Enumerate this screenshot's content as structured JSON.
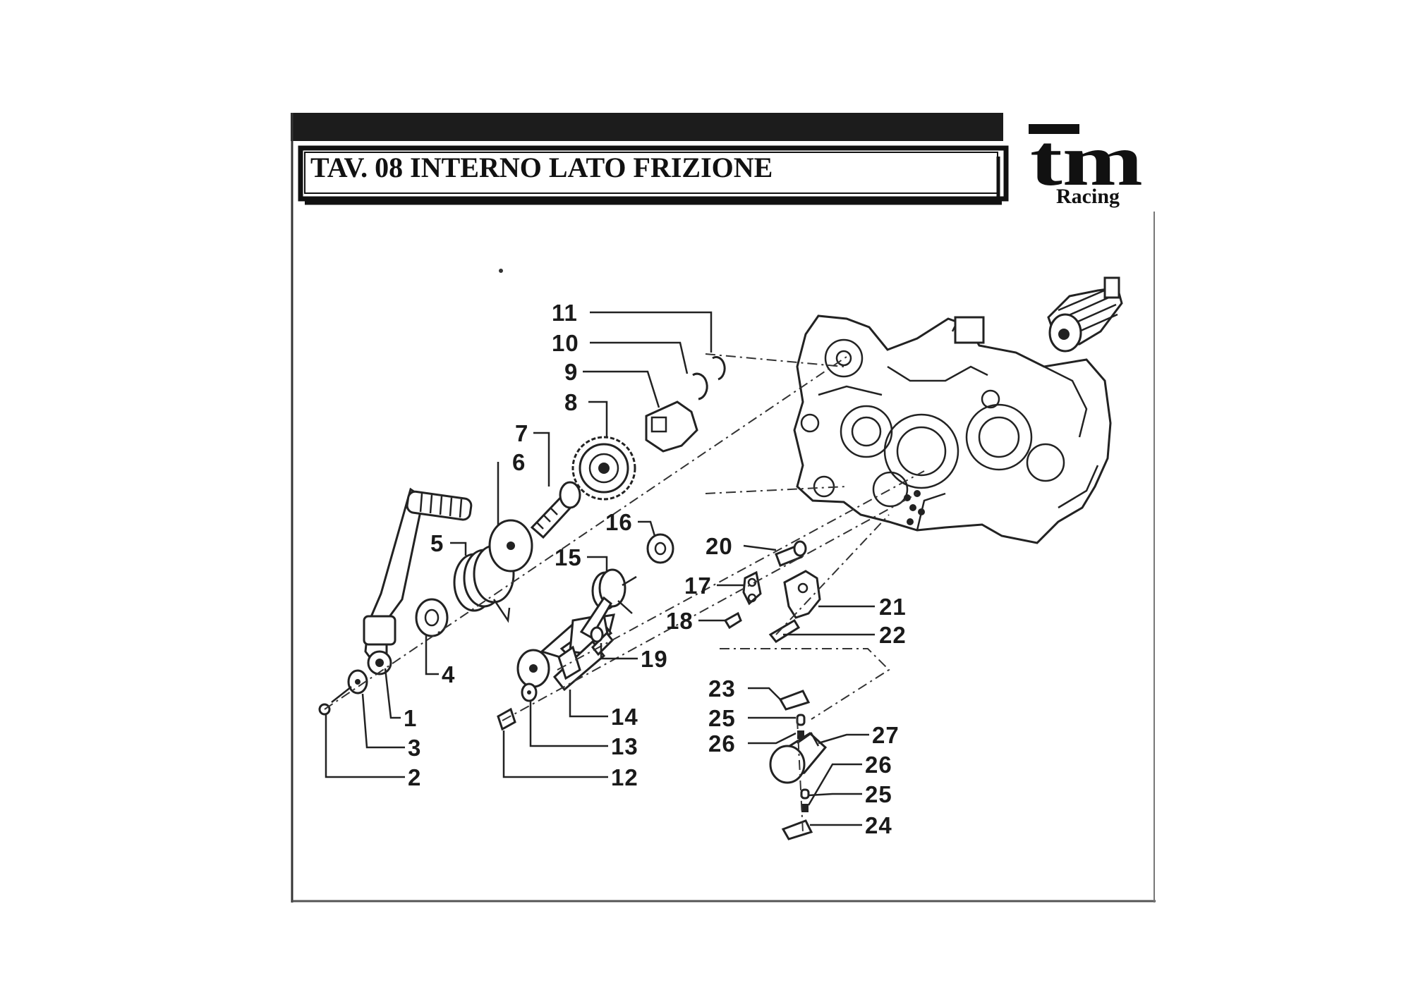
{
  "title": "TAV. 08 INTERNO LATO FRIZIONE",
  "logo": {
    "mark": "tm",
    "sub": "Racing"
  },
  "callouts": [
    {
      "id": "11",
      "label": "11"
    },
    {
      "id": "10",
      "label": "10"
    },
    {
      "id": "9",
      "label": "9"
    },
    {
      "id": "8",
      "label": "8"
    },
    {
      "id": "7",
      "label": "7"
    },
    {
      "id": "6",
      "label": "6"
    },
    {
      "id": "5",
      "label": "5"
    },
    {
      "id": "16",
      "label": "16"
    },
    {
      "id": "15",
      "label": "15"
    },
    {
      "id": "20",
      "label": "20"
    },
    {
      "id": "17",
      "label": "17"
    },
    {
      "id": "18",
      "label": "18"
    },
    {
      "id": "21",
      "label": "21"
    },
    {
      "id": "22",
      "label": "22"
    },
    {
      "id": "19",
      "label": "19"
    },
    {
      "id": "4",
      "label": "4"
    },
    {
      "id": "1",
      "label": "1"
    },
    {
      "id": "3",
      "label": "3"
    },
    {
      "id": "2",
      "label": "2"
    },
    {
      "id": "14",
      "label": "14"
    },
    {
      "id": "13",
      "label": "13"
    },
    {
      "id": "12",
      "label": "12"
    },
    {
      "id": "23",
      "label": "23"
    },
    {
      "id": "25a",
      "label": "25"
    },
    {
      "id": "26a",
      "label": "26"
    },
    {
      "id": "27",
      "label": "27"
    },
    {
      "id": "26b",
      "label": "26"
    },
    {
      "id": "25b",
      "label": "25"
    },
    {
      "id": "24",
      "label": "24"
    }
  ]
}
